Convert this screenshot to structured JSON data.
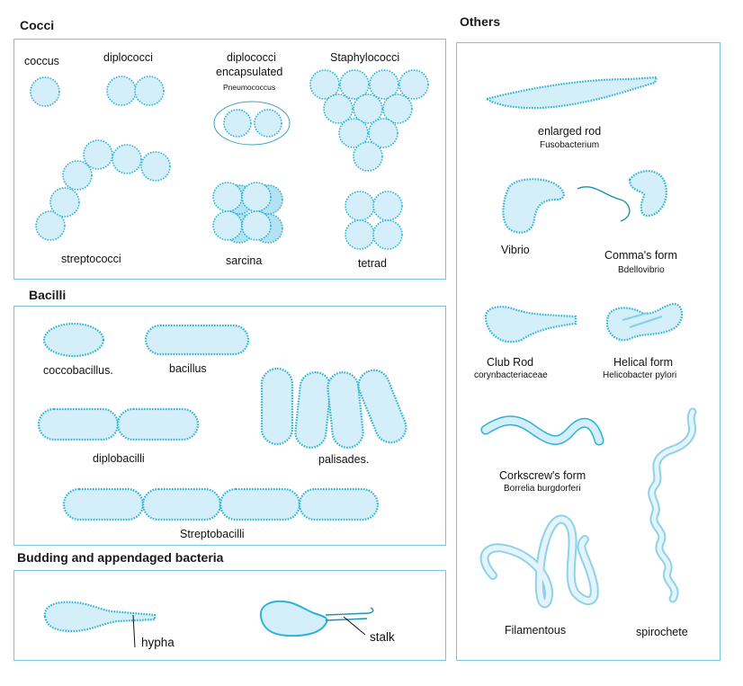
{
  "sections": {
    "cocci": "Cocci",
    "bacilli": "Bacilli",
    "budding": "Budding and appendaged bacteria",
    "others": "Others"
  },
  "cocci": {
    "coccus": "coccus",
    "diplococci": "diplococci",
    "diplococci_encapsulated": [
      "diplococci",
      "encapsulated"
    ],
    "pneumococcus": "Pneumococcus",
    "staphylococci": "Staphylococci",
    "streptococci": "streptococci",
    "sarcina": "sarcina",
    "tetrad": "tetrad"
  },
  "bacilli": {
    "coccobacillus": "coccobacillus.",
    "bacillus": "bacillus",
    "diplobacilli": "diplobacilli",
    "palisades": "palisades.",
    "streptobacilli": "Streptobacilli"
  },
  "budding": {
    "hypha": "hypha",
    "stalk": "stalk"
  },
  "others": {
    "enlarged_rod": "enlarged rod",
    "fusobacterium": "Fusobacterium",
    "vibrio": "Vibrio",
    "commas_form": "Comma's form",
    "bdellovibrio": "Bdellovibrio",
    "club_rod": "Club Rod",
    "corynbacteriaceae": "corynbacteriaceae",
    "helical_form": "Helical form",
    "helicobacter": "Helicobacter pylori",
    "corkscrew_form": "Corkscrew's form",
    "borrelia": "Borrelia burgdorferi",
    "filamentous": "Filamentous",
    "spirochete": "spirochete"
  },
  "colors": {
    "cell_fill": "#d4eefa",
    "cell_stroke": "#2bb3d6",
    "panel_border": "#7cc3d9",
    "light_fill": "#bfe3f3"
  }
}
